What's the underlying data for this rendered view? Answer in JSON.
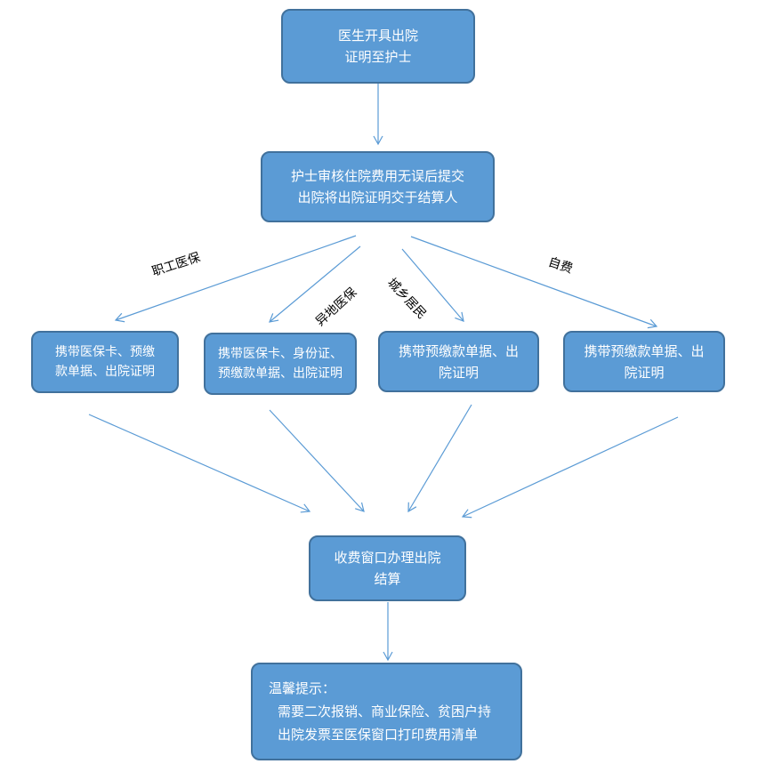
{
  "nodes": {
    "doctor": {
      "line1": "医生开具出院",
      "line2": "证明至护士"
    },
    "nurse": {
      "line1": "护士审核住院费用无误后提交",
      "line2": "出院将出院证明交于结算人"
    },
    "opt_employee": {
      "line1": "携带医保卡、预缴",
      "line2": "款单据、出院证明"
    },
    "opt_remote": {
      "line1": "携带医保卡、身份证、",
      "line2": "预缴款单据、出院证明"
    },
    "opt_resident": {
      "line1": "携带预缴款单据、出",
      "line2": "院证明"
    },
    "opt_self": {
      "line1": "携带预缴款单据、出",
      "line2": "院证明"
    },
    "cashier": {
      "line1": "收费窗口办理出院",
      "line2": "结算"
    },
    "tip": {
      "line1": "温馨提示：",
      "line2": "需要二次报销、商业保险、贫困户持",
      "line3": "出院发票至医保窗口打印费用清单"
    }
  },
  "edge_labels": {
    "employee": "职工医保",
    "remote": "异地医保",
    "resident": "城乡居民",
    "self": "自费"
  },
  "colors": {
    "box_fill": "#5b9bd5",
    "box_border": "#41719c",
    "arrow": "#5b9bd5",
    "box_text": "#ffffff"
  }
}
